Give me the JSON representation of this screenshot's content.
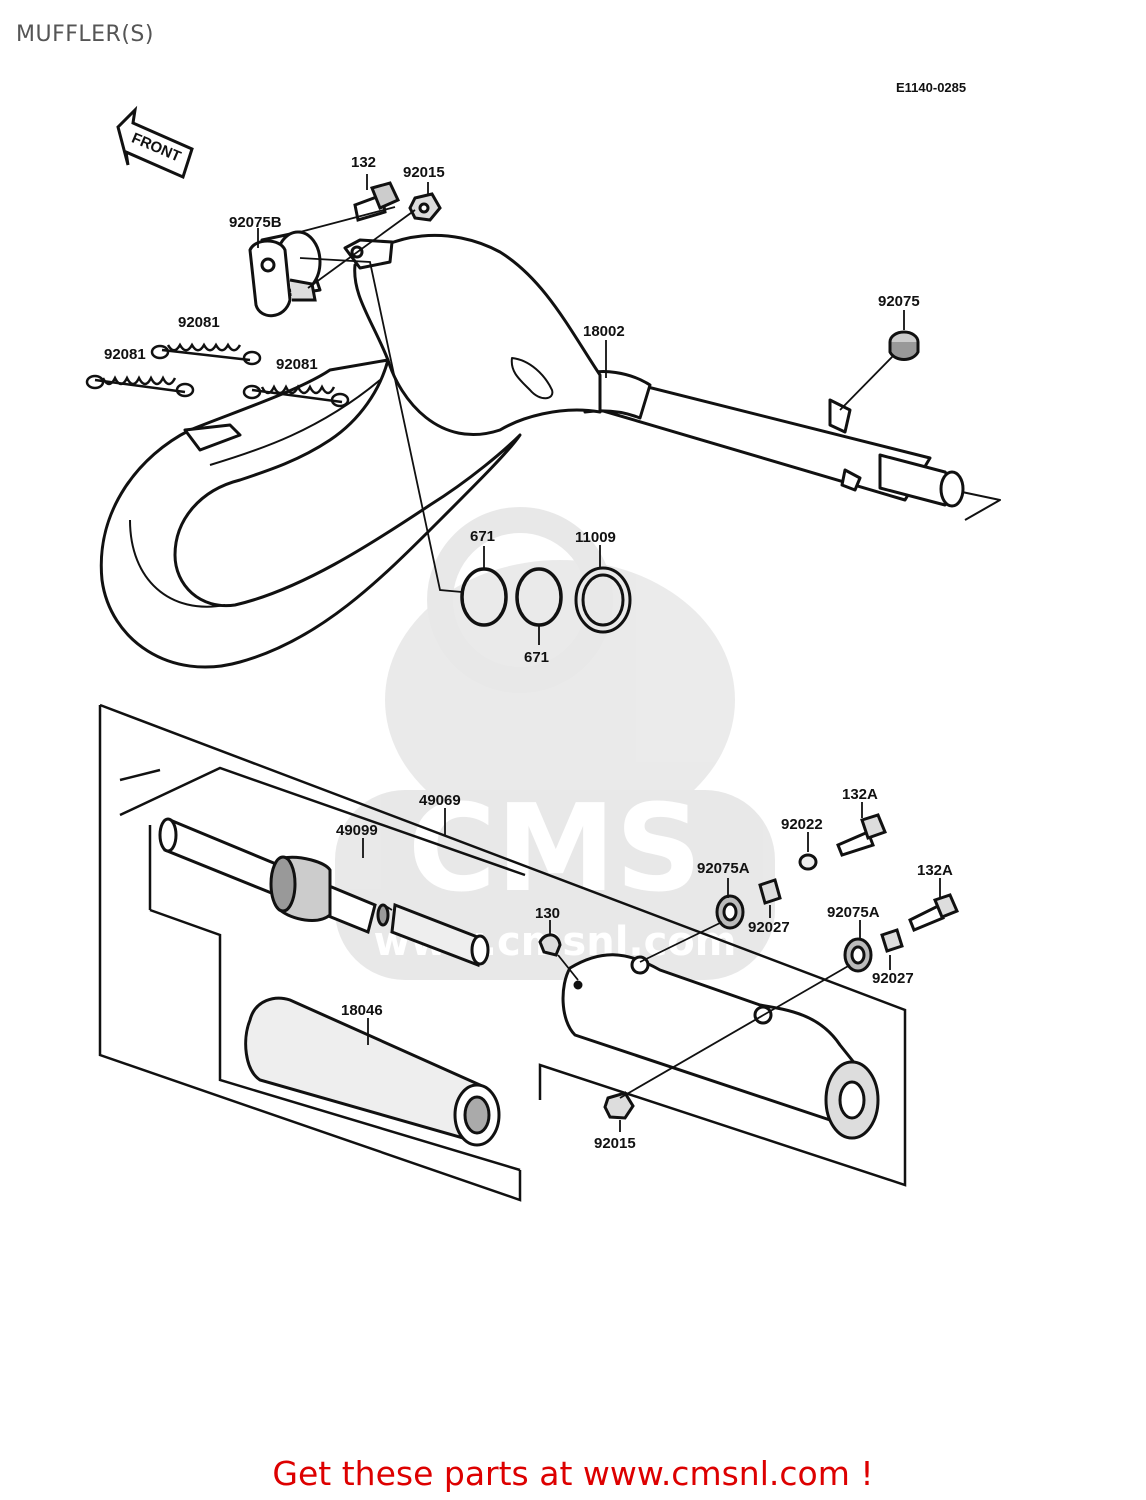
{
  "page": {
    "title": "MUFFLER(S)",
    "diagram_code": "E1140-0285",
    "footer_text": "Get these parts at www.cmsnl.com !"
  },
  "watermark": {
    "brand": "CMS",
    "url": "www.cmsnl.com"
  },
  "direction_arrow": {
    "label": "FRONT"
  },
  "parts": {
    "p132": "132",
    "p92015_top": "92015",
    "p92075B": "92075B",
    "p92081_a": "92081",
    "p92081_b": "92081",
    "p92081_c": "92081",
    "p18002": "18002",
    "p92075": "92075",
    "p671_a": "671",
    "p671_b": "671",
    "p11009": "11009",
    "p49069": "49069",
    "p49099": "49099",
    "p18046": "18046",
    "p130": "130",
    "p92075A_a": "92075A",
    "p92022": "92022",
    "p132A_a": "132A",
    "p92027_a": "92027",
    "p92075A_b": "92075A",
    "p132A_b": "132A",
    "p92027_b": "92027",
    "p92015_bottom": "92015"
  }
}
